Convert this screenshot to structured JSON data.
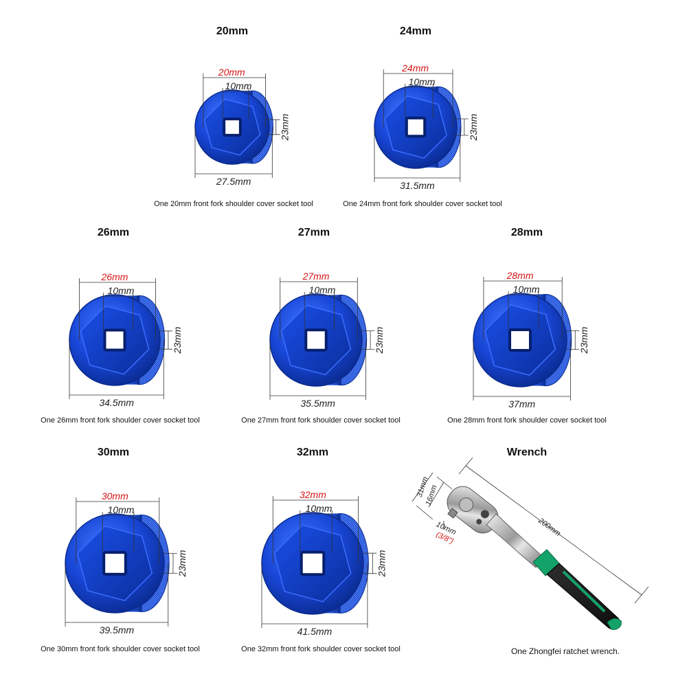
{
  "accent_color": "#1846d6",
  "sockets": [
    {
      "title": "20mm",
      "outer": "20mm",
      "inner": "10mm",
      "height": "23mm",
      "width": "27.5mm",
      "caption": "One 20mm front fork shoulder cover socket tool"
    },
    {
      "title": "24mm",
      "outer": "24mm",
      "inner": "10mm",
      "height": "23mm",
      "width": "31.5mm",
      "caption": "One 24mm front fork shoulder cover socket tool"
    },
    {
      "title": "26mm",
      "outer": "26mm",
      "inner": "10mm",
      "height": "23mm",
      "width": "34.5mm",
      "caption": "One 26mm front fork shoulder cover socket tool"
    },
    {
      "title": "27mm",
      "outer": "27mm",
      "inner": "10mm",
      "height": "23mm",
      "width": "35.5mm",
      "caption": "One 27mm front fork shoulder cover socket tool"
    },
    {
      "title": "28mm",
      "outer": "28mm",
      "inner": "10mm",
      "height": "23mm",
      "width": "37mm",
      "caption": "One 28mm front fork shoulder cover socket tool"
    },
    {
      "title": "30mm",
      "outer": "30mm",
      "inner": "10mm",
      "height": "23mm",
      "width": "39.5mm",
      "caption": "One 30mm front fork shoulder cover socket tool"
    },
    {
      "title": "32mm",
      "outer": "32mm",
      "inner": "10mm",
      "height": "23mm",
      "width": "41.5mm",
      "caption": "One 32mm front fork shoulder cover socket tool"
    }
  ],
  "wrench": {
    "title": "Wrench",
    "length": "200mm",
    "head_width": "31mm",
    "head_inner": "16mm",
    "drive": "10mm",
    "drive_imperial": "(3/8\")",
    "caption": "One Zhongfei ratchet wrench."
  }
}
